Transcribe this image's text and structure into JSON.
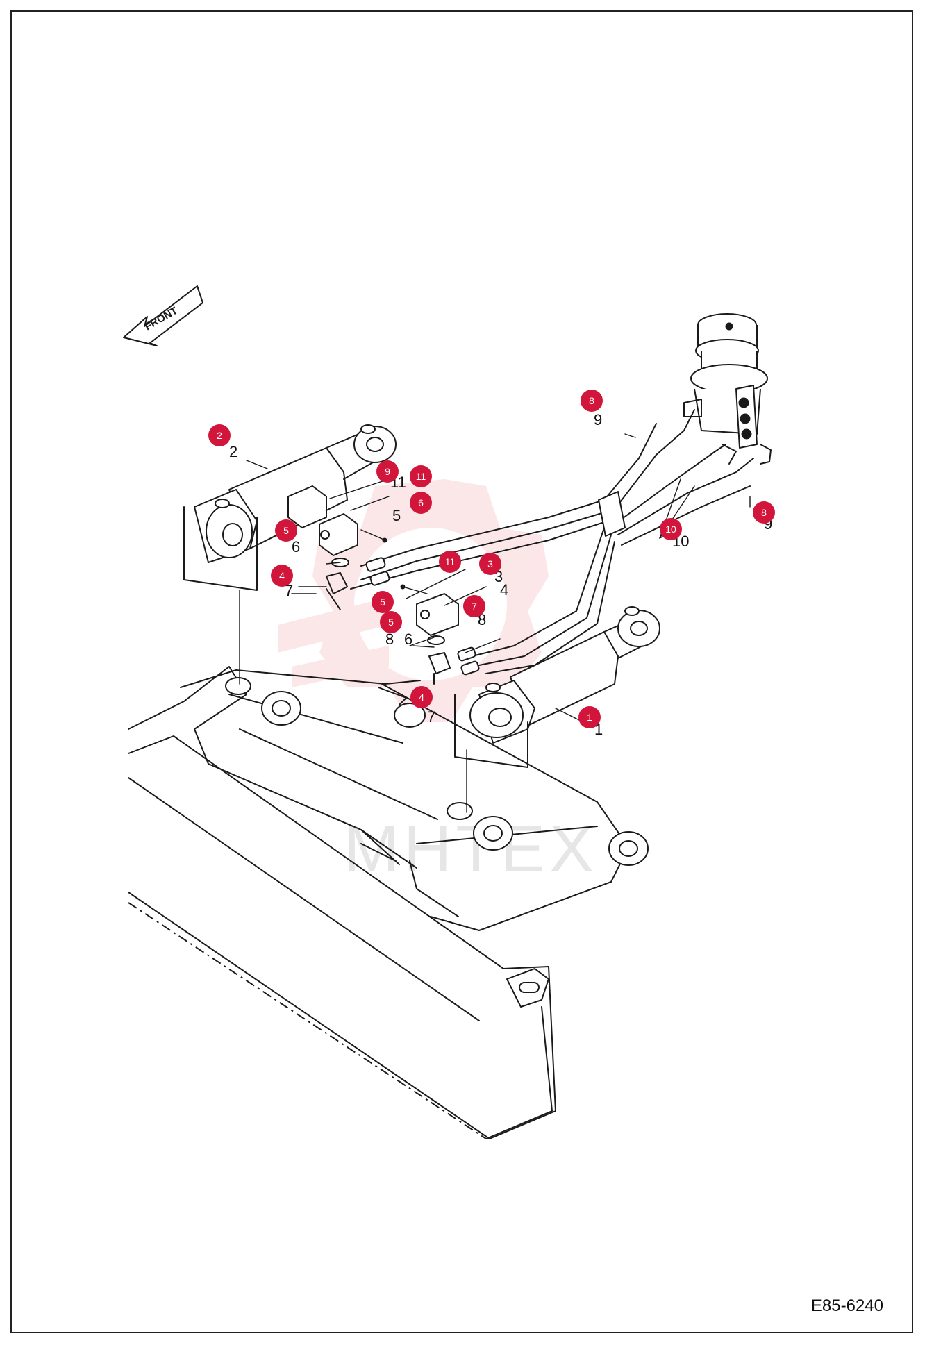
{
  "drawing_code": "E85-6240",
  "front_label": "FRONT",
  "watermark": "МНТЕХ",
  "labels": [
    "2",
    "11",
    "5",
    "6",
    "7",
    "4",
    "3",
    "8",
    "8",
    "6",
    "7",
    "1",
    "9",
    "9",
    "10"
  ],
  "badges": [
    "2",
    "9",
    "11",
    "6",
    "5",
    "4",
    "11",
    "3",
    "5",
    "5",
    "7",
    "4",
    "1",
    "8",
    "8",
    "10"
  ],
  "colors": {
    "badge": "#d2163b",
    "line": "#1a1a1a"
  }
}
